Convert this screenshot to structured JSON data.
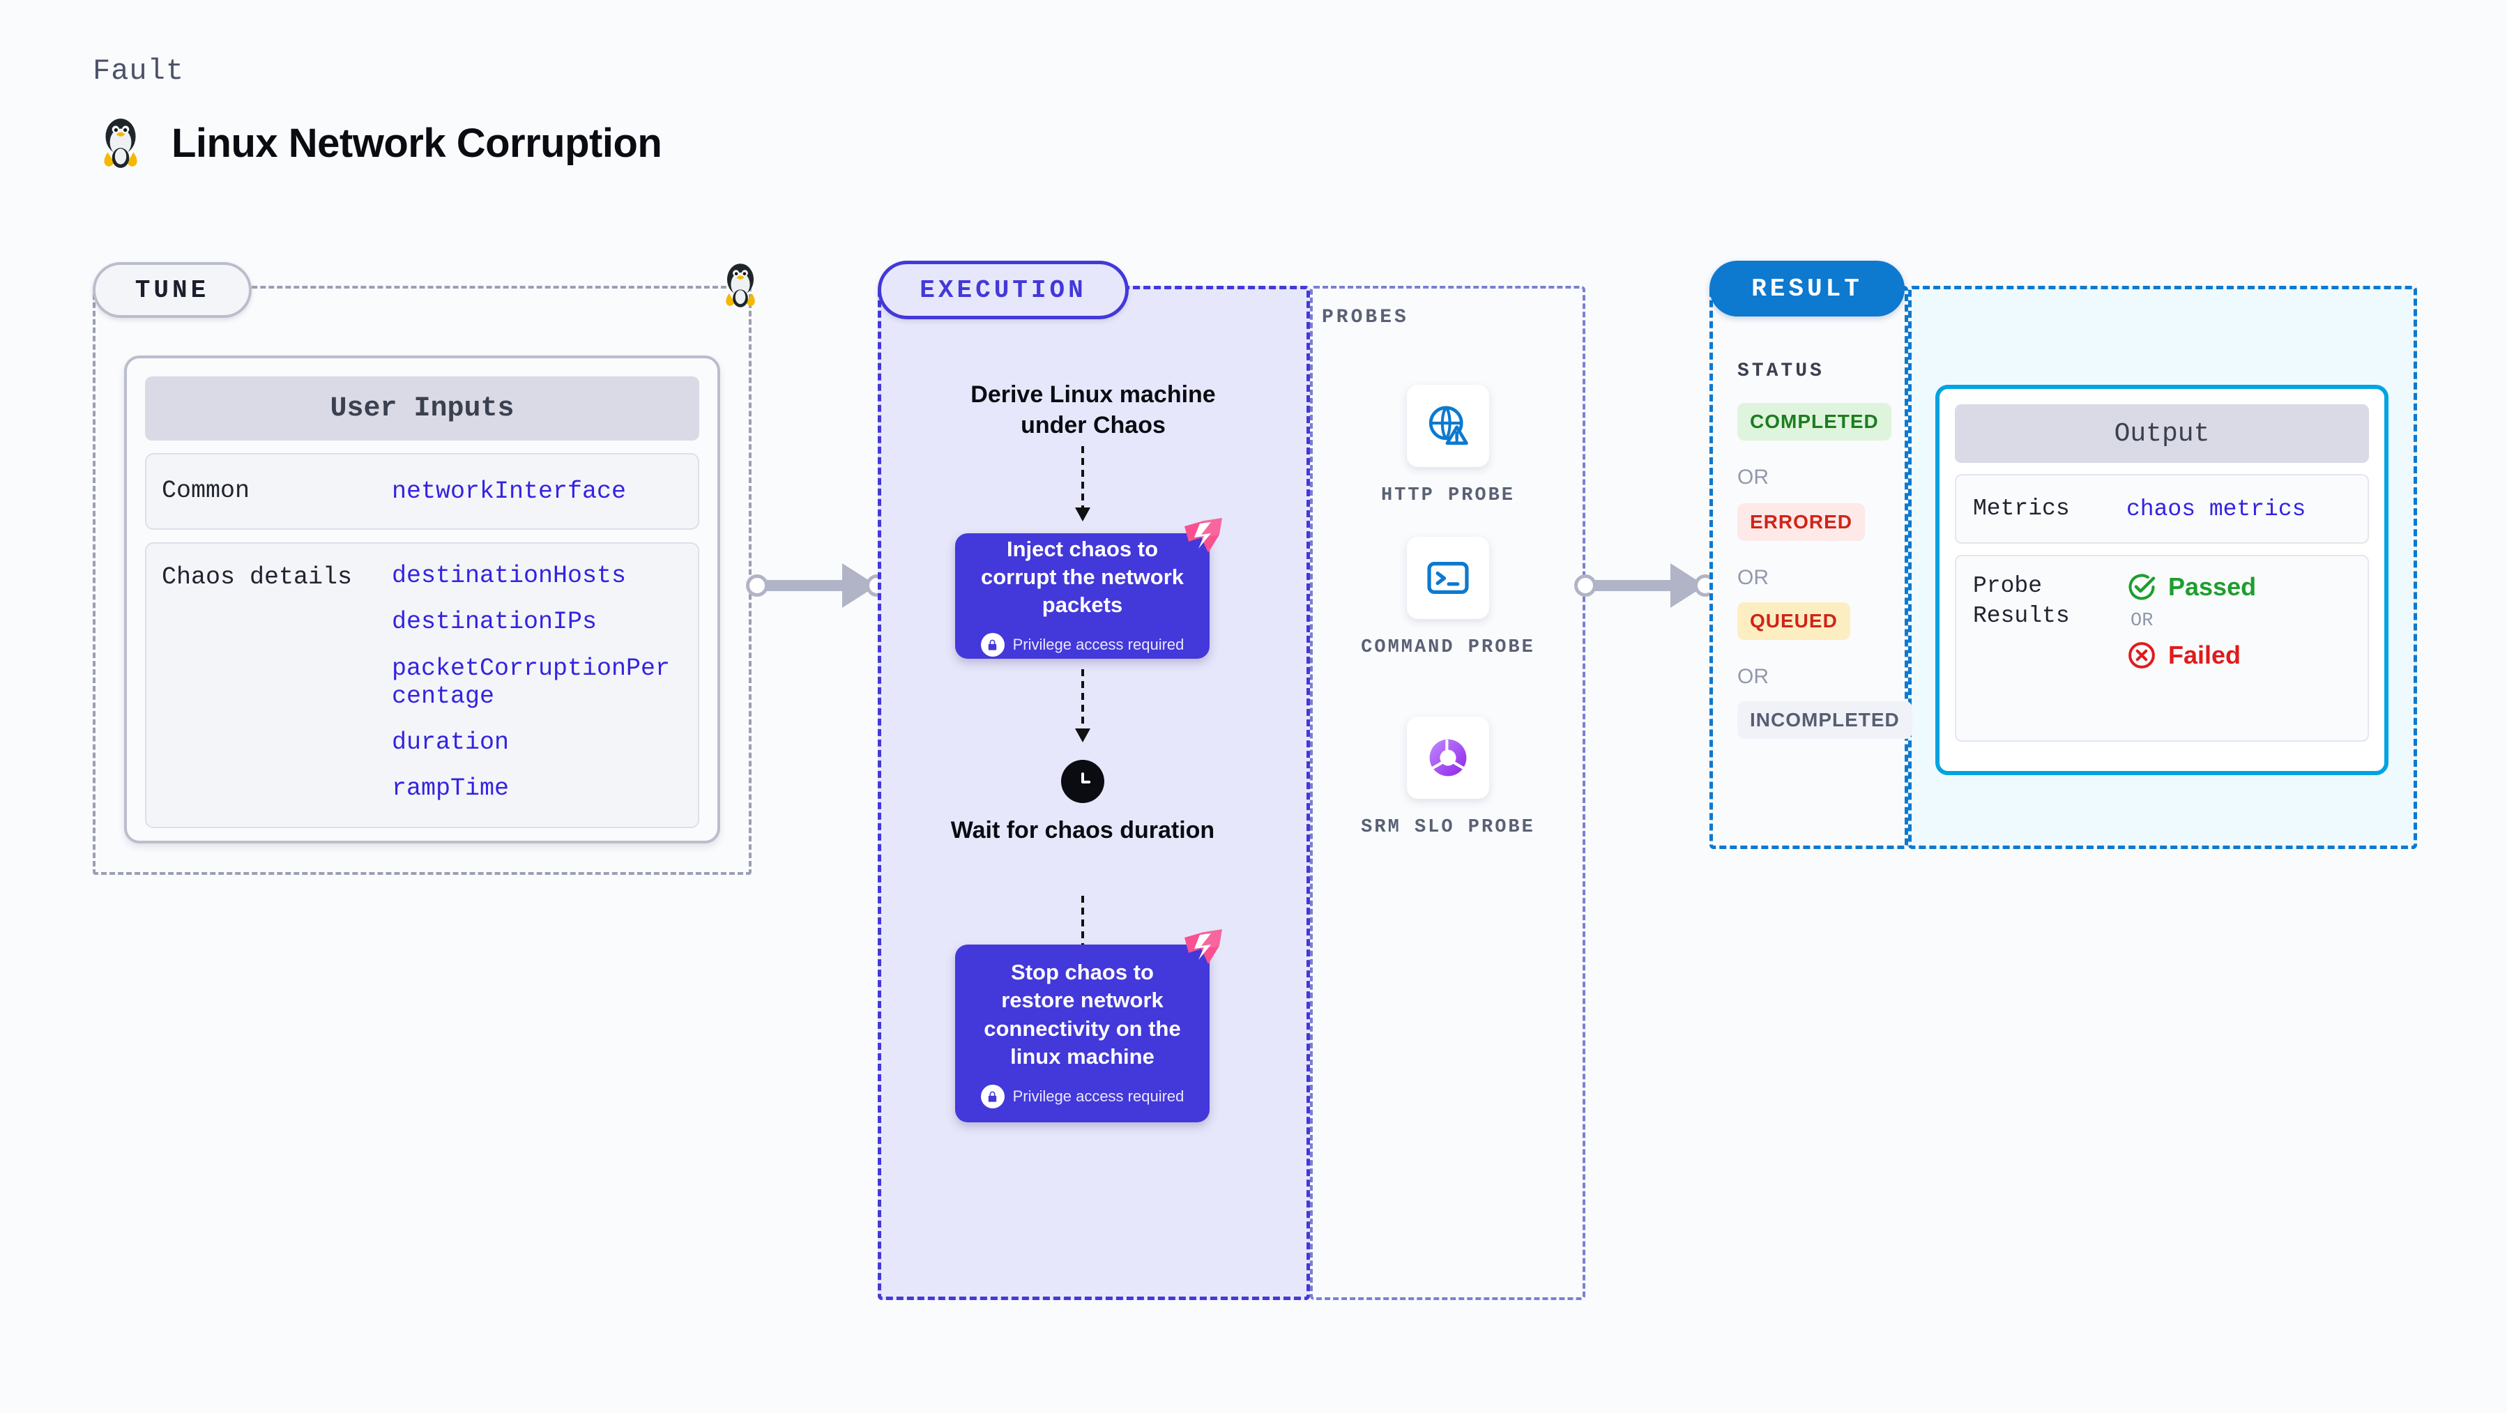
{
  "header": {
    "eyebrow": "Fault",
    "title": "Linux Network Corruption",
    "icon": "linux-penguin-icon"
  },
  "tune": {
    "pill_label": "TUNE",
    "card_title": "User Inputs",
    "rows": [
      {
        "key": "Common",
        "values": [
          "networkInterface"
        ]
      },
      {
        "key": "Chaos details",
        "values": [
          "destinationHosts",
          "destinationIPs",
          "packetCorruptionPercentage",
          "duration",
          "rampTime"
        ]
      }
    ]
  },
  "execution": {
    "pill_label": "EXECUTION",
    "step1_label": "Derive Linux machine under Chaos",
    "node1": {
      "title": "Inject chaos to corrupt the network packets",
      "privilege": "Privilege access required"
    },
    "step2_label": "Wait for chaos duration",
    "node2": {
      "title": "Stop chaos to restore network connectivity on the linux machine",
      "privilege": "Privilege access required"
    }
  },
  "probes": {
    "section_label": "PROBES",
    "items": [
      {
        "label": "HTTP PROBE",
        "icon": "globe-warning-icon"
      },
      {
        "label": "COMMAND PROBE",
        "icon": "terminal-icon"
      },
      {
        "label": "SRM SLO PROBE",
        "icon": "slo-donut-check-icon"
      }
    ]
  },
  "result": {
    "pill_label": "RESULT",
    "status_label": "STATUS",
    "or_label": "OR",
    "statuses": [
      {
        "label": "COMPLETED",
        "bg": "#dff4dd",
        "fg": "#1d7d20"
      },
      {
        "label": "ERRORED",
        "bg": "#fde9e7",
        "fg": "#cf2418"
      },
      {
        "label": "QUEUED",
        "bg": "#fdeec2",
        "fg": "#cf2418"
      },
      {
        "label": "INCOMPLETED",
        "bg": "#f1f2f7",
        "fg": "#575e72"
      }
    ]
  },
  "output": {
    "card_title": "Output",
    "metrics_key": "Metrics",
    "metrics_value": "chaos metrics",
    "probe_results_key": "Probe Results",
    "passed_label": "Passed",
    "or_label": "OR",
    "failed_label": "Failed"
  },
  "colors": {
    "purple": "#4338d9",
    "blue": "#0d79cf",
    "cyan": "#00a3e0",
    "pink": "#f9518f",
    "link": "#3423e0"
  }
}
